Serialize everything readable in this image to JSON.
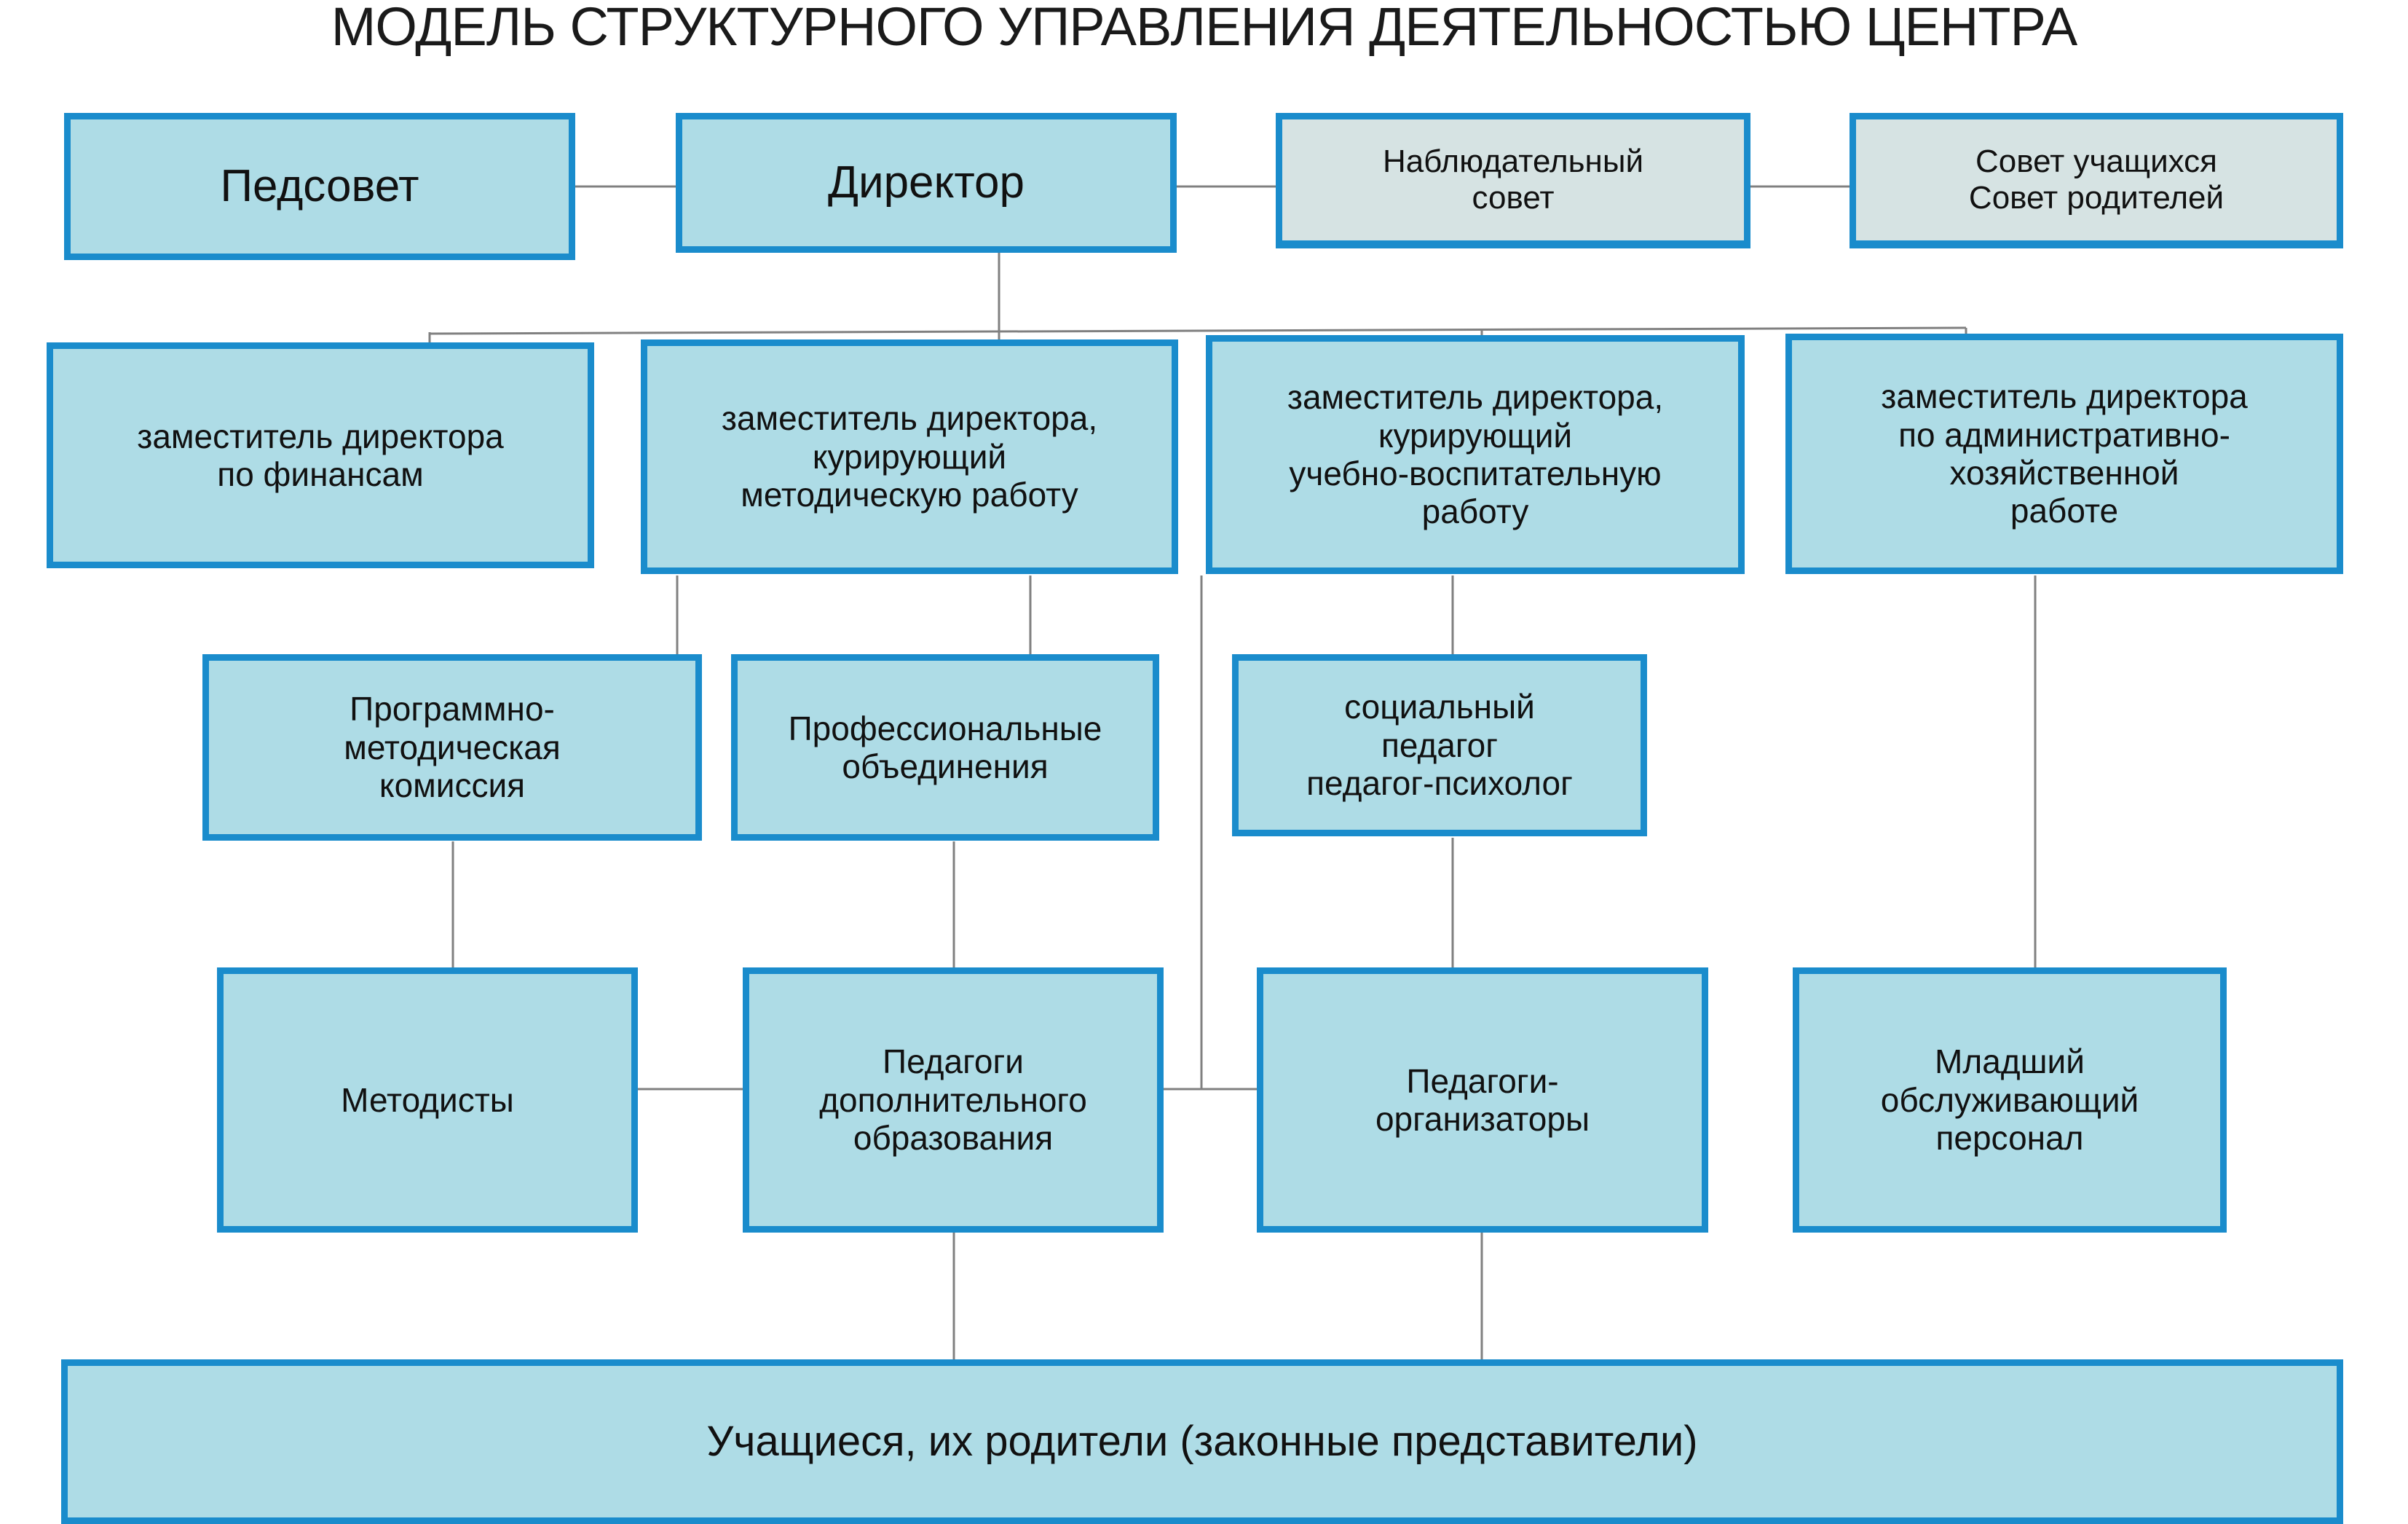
{
  "title": "МОДЕЛЬ СТРУКТУРНОГО УПРАВЛЕНИЯ ДЕЯТЕЛЬНОСТЬЮ ЦЕНТРА",
  "colors": {
    "box_fill_primary": "#aedce6",
    "box_fill_muted": "#d6e3e3",
    "box_border": "#1a8ccc",
    "connector": "#808080",
    "text": "#111111",
    "background": "#ffffff"
  },
  "chart_data": {
    "type": "diagram",
    "subtype": "organizational-hierarchy",
    "title": "МОДЕЛЬ СТРУКТУРНОГО УПРАВЛЕНИЯ ДЕЯТЕЛЬНОСТЬЮ ЦЕНТРА",
    "levels": [
      [
        "Педсовет",
        "Директор",
        "Наблюдательный совет",
        "Совет учащихся Совет родителей"
      ],
      [
        "заместитель директора по финансам",
        "заместитель директора, курирующий методическую работу",
        "заместитель директора, курирующий учебно-воспитательную работу",
        "заместитель директора по административно-хозяйственной работе"
      ],
      [
        "Программно-методическая комиссия",
        "Профессиональные объединения",
        "социальный педагог педагог-психолог"
      ],
      [
        "Методисты",
        "Педагоги дополнительного образования",
        "Педагоги-организаторы",
        "Младший обслуживающий персонал"
      ],
      [
        "Учащиеся, их родители (законные представители)"
      ]
    ],
    "edges": [
      [
        "Педсовет",
        "Директор"
      ],
      [
        "Директор",
        "Наблюдательный совет"
      ],
      [
        "Наблюдательный совет",
        "Совет учащихся Совет родителей"
      ],
      [
        "Директор",
        "заместитель директора по финансам"
      ],
      [
        "Директор",
        "заместитель директора, курирующий методическую работу"
      ],
      [
        "Директор",
        "заместитель директора, курирующий учебно-воспитательную работу"
      ],
      [
        "Директор",
        "заместитель директора по административно-хозяйственной работе"
      ],
      [
        "заместитель директора, курирующий методическую работу",
        "Программно-методическая комиссия"
      ],
      [
        "заместитель директора, курирующий методическую работу",
        "Профессиональные объединения"
      ],
      [
        "заместитель директора, курирующий учебно-воспитательную работу",
        "социальный педагог педагог-психолог"
      ],
      [
        "заместитель директора, курирующий учебно-воспитательную работу",
        "Педагоги-организаторы"
      ],
      [
        "Программно-методическая комиссия",
        "Методисты"
      ],
      [
        "Профессиональные объединения",
        "Педагоги дополнительного образования"
      ],
      [
        "заместитель директора по административно-хозяйственной работе",
        "Младший обслуживающий персонал"
      ],
      [
        "Методисты",
        "Педагоги дополнительного образования"
      ],
      [
        "Педагоги дополнительного образования",
        "Педагоги-организаторы"
      ],
      [
        "Педагоги дополнительного образования",
        "Учащиеся, их родители (законные представители)"
      ],
      [
        "Педагоги-организаторы",
        "Учащиеся, их родители (законные представители)"
      ]
    ]
  },
  "nodes": {
    "pedsovet": {
      "label": "Педсовет"
    },
    "director": {
      "label": "Директор"
    },
    "supervisory_council": {
      "label": "Наблюдательный\nсовет"
    },
    "student_parent_council": {
      "label": "Совет учащихся\nСовет родителей"
    },
    "deputy_finance": {
      "label": "заместитель директора\nпо финансам"
    },
    "deputy_method": {
      "label": "заместитель директора,\nкурирующий\nметодическую работу"
    },
    "deputy_education": {
      "label": "заместитель директора,\nкурирующий\nучебно-воспитательную\nработу"
    },
    "deputy_admin": {
      "label": "заместитель директора\nпо административно-\nхозяйственной\nработе"
    },
    "program_commission": {
      "label": "Программно-\nметодическая\nкомиссия"
    },
    "professional_unions": {
      "label": "Профессиональные\nобъединения"
    },
    "social_teacher": {
      "label": "социальный\nпедагог\nпедагог-психолог"
    },
    "methodists": {
      "label": "Методисты"
    },
    "supplementary_teachers": {
      "label": "Педагоги\nдополнительного\nобразования"
    },
    "organizer_teachers": {
      "label": "Педагоги-\nорганизаторы"
    },
    "junior_staff": {
      "label": "Младший\nобслуживающий\nперсонал"
    },
    "students_parents": {
      "label": "Учащиеся, их родители (законные представители)"
    }
  }
}
